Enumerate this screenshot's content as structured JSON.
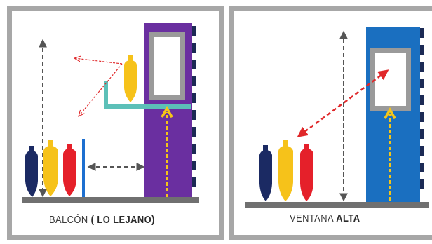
{
  "panels": [
    {
      "id": "balcony",
      "caption_prefix": "BALCÓN",
      "caption_emphasis": "( LO  LEJANO)"
    },
    {
      "id": "window",
      "caption_prefix": "VENTANA",
      "caption_emphasis": "ALTA"
    }
  ],
  "colors": {
    "frame": "#a7a7a7",
    "ground": "#707070",
    "balcony_wall": "#6a2fa0",
    "balcony_ledge": "#5cc0b8",
    "window_wall": "#1a6fc0",
    "tower_studs": "#1c2a55",
    "cylinder_navy": "#1b2a63",
    "cylinder_yellow": "#f6c21a",
    "cylinder_red": "#e5202a",
    "post_blue": "#1c6fd0",
    "arrow_gray": "#555555",
    "arrow_red": "#e0282a",
    "arrow_yellow": "#f5c518"
  }
}
